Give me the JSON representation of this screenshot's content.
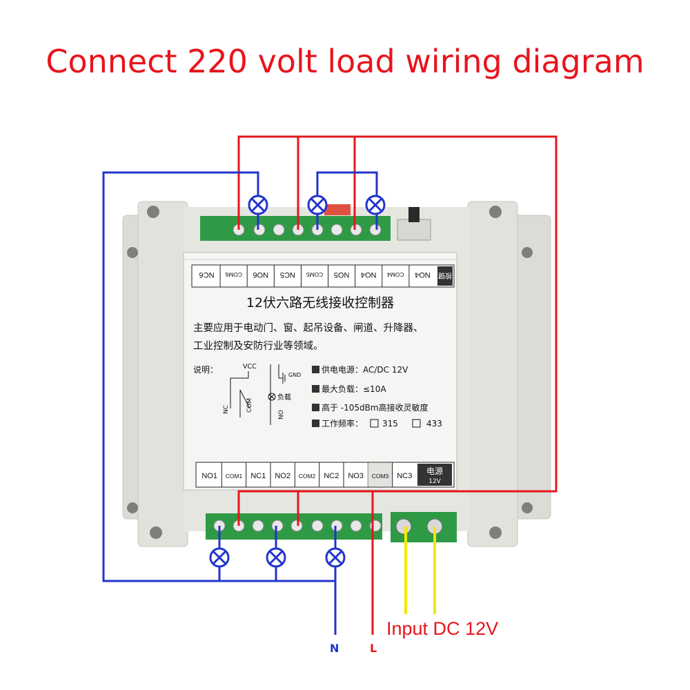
{
  "title": "Connect 220 volt load wiring diagram",
  "input_label": "Input DC 12V",
  "neutral_label": "N",
  "live_label": "L",
  "top_terminals": [
    "NC6",
    "COM6",
    "NO6",
    "NC5",
    "COM5",
    "NO5",
    "NO4",
    "COM4",
    "NO4"
  ],
  "top_button_label": "按键",
  "bottom_terminals": [
    "NO1",
    "COM1",
    "NC1",
    "NO2",
    "COM2",
    "NC2",
    "NO3",
    "COM3",
    "NC3"
  ],
  "power_label": "电源",
  "power_voltage": "12V",
  "product_name": "12伏六路无线接收控制器",
  "description_line1": "主要应用于电动门、窗、起吊设备、闸道、升降器、",
  "description_line2": "工业控制及安防行业等领域。",
  "legend_title": "说明：",
  "legend_vcc": "VCC",
  "legend_gnd": "GND",
  "legend_load": "负载",
  "legend_nc": "NC",
  "legend_com": "COM",
  "legend_no": "NO",
  "spec1": "供电电源：AC/DC 12V",
  "spec2": "最大负载：≤10A",
  "spec3": "高于 -105dBm高接收灵敏度",
  "spec4_label": "工作频率：",
  "freq1": "315",
  "freq2": "433",
  "colors": {
    "live": "#e8141c",
    "neutral": "#2233cc",
    "dc": "#f5e800",
    "housing": "#e4e4df",
    "terminal": "#2f9a45"
  }
}
